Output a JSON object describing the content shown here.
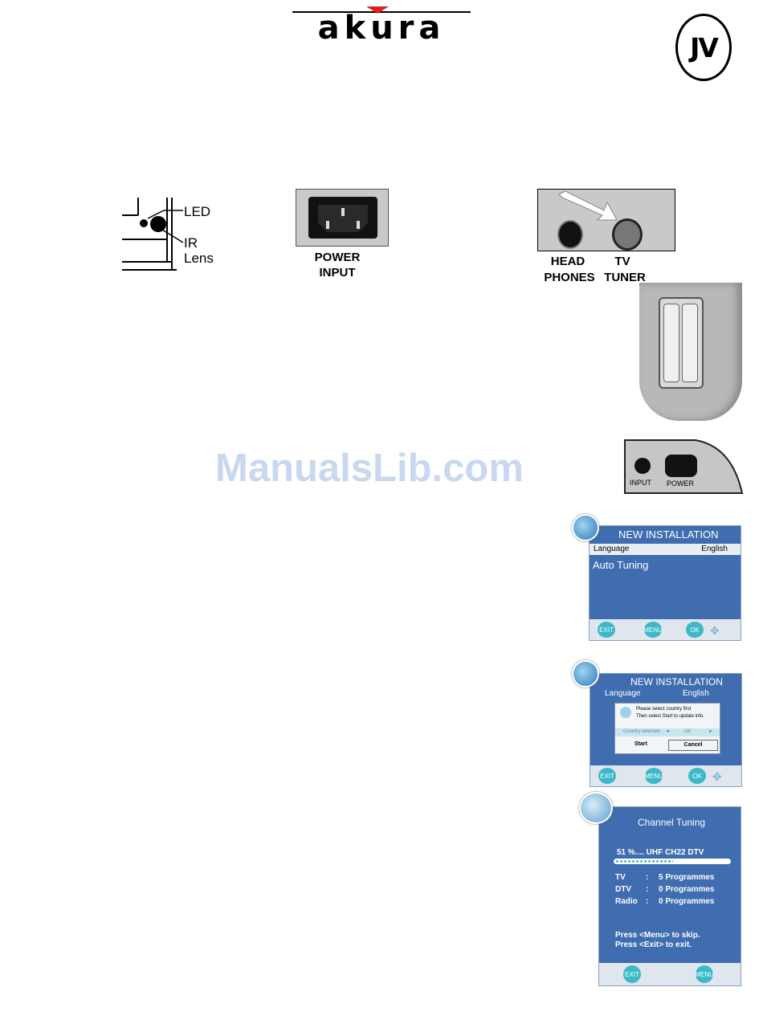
{
  "header": {
    "brand": "akura",
    "badge": "JV"
  },
  "led_diagram": {
    "led_label": "LED",
    "ir_label": "IR",
    "lens_label": "Lens"
  },
  "power_input": {
    "caption_line1": "POWER",
    "caption_line2": "INPUT"
  },
  "side_panel": {
    "head_label": "HEAD",
    "phones_label": "PHONES",
    "tv_label": "TV",
    "tuner_label": "TUNER"
  },
  "dc_panel": {
    "input_label": "INPUT",
    "power_label": "POWER"
  },
  "watermark": "ManualsLib.com",
  "screen1": {
    "title": "NEW INSTALLATION",
    "language_label": "Language",
    "language_value": "English",
    "item": "Auto Tuning",
    "buttons": {
      "exit": "EXIT",
      "menu": "MENU",
      "ok": "OK"
    }
  },
  "screen2": {
    "title": "NEW INSTALLATION",
    "language_label": "Language",
    "language_value": "English",
    "dialog_line1": "Please select country first",
    "dialog_line2": "Then select Start to update info.",
    "country_label": "Country selection",
    "country_value": "UK",
    "start_label": "Start",
    "cancel_label": "Cancel",
    "buttons": {
      "exit": "EXIT",
      "menu": "MENU",
      "ok": "OK"
    }
  },
  "screen3": {
    "title": "Channel Tuning",
    "status": "51 %.... UHF CH22 DTV",
    "progress": 0.51,
    "rows": [
      {
        "label": "TV",
        "sep": ":",
        "value": "5 Programmes"
      },
      {
        "label": "DTV",
        "sep": ":",
        "value": "0 Programmes"
      },
      {
        "label": "Radio",
        "sep": ":",
        "value": "0 Programmes"
      }
    ],
    "hint1": "Press <Menu> to skip.",
    "hint2": "Press <Exit> to exit.",
    "buttons": {
      "exit": "EXIT",
      "menu": "MENU"
    }
  },
  "colors": {
    "screen_blue": "#3f6db0",
    "button_teal": "#3cb8c8",
    "brand_red": "#e02020"
  }
}
